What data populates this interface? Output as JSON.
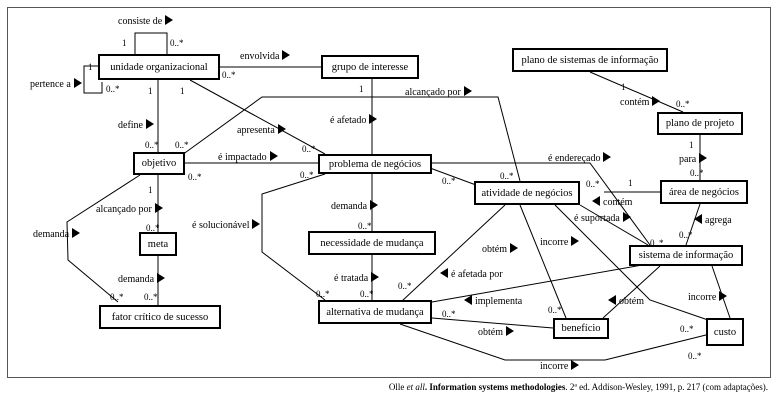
{
  "entities": {
    "unidade": "unidade organizacional",
    "grupo": "grupo de interesse",
    "objetivo": "objetivo",
    "problema": "problema de negócios",
    "meta": "meta",
    "fator": "fator crítico de sucesso",
    "necessidade": "necessidade de mudança",
    "alternativa": "alternativa de mudança",
    "plano_si": "plano de sistemas de informação",
    "plano_projeto": "plano de projeto",
    "atividade": "atividade de negócios",
    "area": "área de negócios",
    "sistema": "sistema de informação",
    "beneficio": "benefício",
    "custo": "custo"
  },
  "relations": {
    "consiste_de": "consiste de",
    "pertence_a": "pertence a",
    "envolvida": "envolvida",
    "define": "define",
    "apresenta": "apresenta",
    "e_afetado": "é afetado",
    "alcancado_por_top": "alcançado por",
    "e_impactado": "é impactado",
    "alcancado_por_meta": "alcançado por",
    "demanda_left": "demanda",
    "demanda_fator": "demanda",
    "e_solucionavel": "é solucionável",
    "demanda_nec": "demanda",
    "e_tratada": "é tratada",
    "e_enderecado": "é endereçado",
    "contem_plano": "contém",
    "para": "para",
    "contem_area": "contém",
    "e_suportada": "é suportada",
    "agrega": "agrega",
    "obtem_atv": "obtém",
    "incorre_atv": "incorre",
    "e_afetada_por": "é afetada por",
    "implementa": "implementa",
    "obtem_si": "obtém",
    "incorre_si": "incorre",
    "obtem_alt": "obtém",
    "incorre_alt": "incorre"
  },
  "multiplicities": {
    "m_consiste_1": "1",
    "m_consiste_0n": "0..*",
    "m_pertence_1": "1",
    "m_pertence_0n": "0..*",
    "m_envolvida_0n": "0..*",
    "m_grupo_1": "1",
    "m_define_1": "1",
    "m_define_0n": "0..*",
    "m_apresenta_1": "1",
    "m_obj_0n_a": "0..*",
    "m_obj_0n_b": "0..*",
    "m_prob_0n_a": "0..*",
    "m_prob_0n_b": "0..*",
    "m_prob_0n_c": "0..*",
    "m_obj_1": "1",
    "m_meta_0n": "0..*",
    "m_fator_0n_a": "0..*",
    "m_fator_0n_b": "0..*",
    "m_nec_0n": "0..*",
    "m_alt_0n_a": "0..*",
    "m_alt_0n_b": "0..*",
    "m_alt_0n_c": "0..*",
    "m_alt_0n_d": "0..*",
    "m_plano_1": "1",
    "m_plano_0n": "0..*",
    "m_pp_1": "1",
    "m_area_0n": "0..*",
    "m_atv_0n_a": "0..*",
    "m_atv_0n_b": "0..*",
    "m_area_1": "1",
    "m_si_0n_a": "0..*",
    "m_si_0n_b": "0..*",
    "m_ben_0n": "0..*",
    "m_custo_0n_a": "0..*",
    "m_custo_0n_b": "0..*"
  },
  "caption": {
    "authors": "Olle ",
    "etal": "et all",
    "title": ". Information systems methodologies",
    "rest": ". 2ª ed. Addison-Wesley, 1991, p. 217 (com adaptações)."
  }
}
